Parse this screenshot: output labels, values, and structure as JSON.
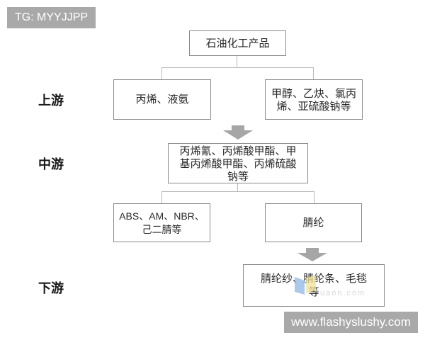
{
  "badge": {
    "label": "TG: MYYJJPP"
  },
  "stages": {
    "upstream": "上游",
    "midstream": "中游",
    "downstream": "下游"
  },
  "nodes": {
    "root": "石油化工产品",
    "upstream_left": "丙烯、液氨",
    "upstream_right": "甲醇、乙炔、氯丙烯、亚硫酸钠等",
    "midstream": "丙烯氰、丙烯酸甲酯、甲基丙烯酸甲酯、丙烯硫酸钠等",
    "midstream_left": "ABS、AM、NBR、己二腈等",
    "midstream_right": "腈纶",
    "downstream": "腈纶纱、腈纶条、毛毯等"
  },
  "watermark": {
    "inner": "uaon.com",
    "footer": "www.flashyslushy.com"
  },
  "colors": {
    "arrow": "#a6a6a6",
    "box_border": "#8a8a8a",
    "connector": "#b8b8b8",
    "badge_bg": "#a9a9a9"
  }
}
